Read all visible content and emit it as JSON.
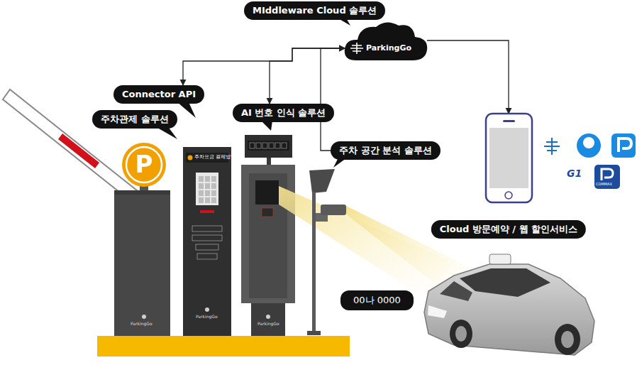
{
  "diagram": {
    "nodes": [
      {
        "text": [
          "MIddleware Cloud 솔루션"
        ]
      },
      {
        "text": [
          "ParkingGo"
        ]
      },
      {
        "text": [
          "Connector API"
        ]
      },
      {
        "text": [
          "주차관제 솔루션"
        ]
      },
      {
        "text": [
          "AI 번호 인식 솔루션"
        ]
      },
      {
        "text": [
          "주차 공간 분석 솔루션"
        ]
      },
      {
        "text": [
          "00나 0000"
        ]
      },
      {
        "text": [
          "Cloud 방문예약 / 웹 할인서비스"
        ]
      }
    ],
    "edges": [
      {
        "from": 2,
        "to": 1,
        "arrow": "both"
      },
      {
        "from": 4,
        "to": 1,
        "arrow": "both"
      },
      {
        "from": 5,
        "to": 1,
        "arrow": "to"
      },
      {
        "from": 1,
        "to": 7,
        "arrow": "to"
      }
    ],
    "labels": [
      "P",
      "주차요금 결제방법",
      "ParkingGo",
      "ParkingGo",
      "ParkingGo",
      "G1",
      "COMMAX"
    ]
  }
}
